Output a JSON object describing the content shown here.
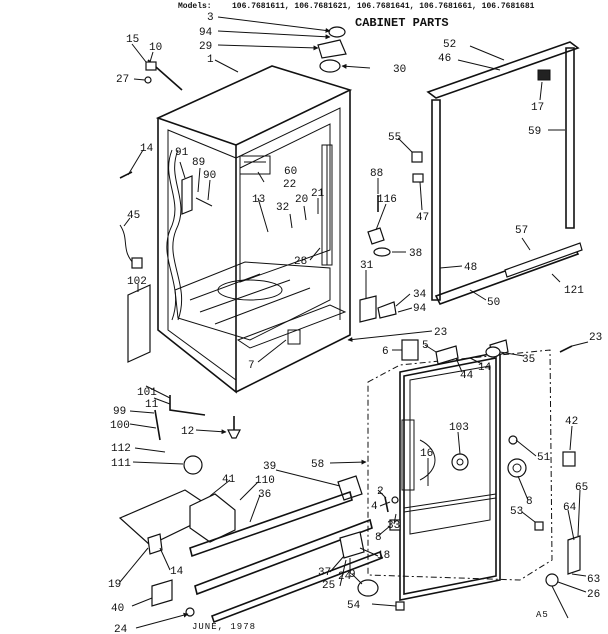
{
  "header": {
    "models_label": "Models:",
    "models_list": "106.7681611, 106.7681621, 106.7681641, 106.7681661, 106.7681681",
    "title": "CABINET PARTS"
  },
  "footer": {
    "date": "JUNE, 1978",
    "code": "A5"
  },
  "callouts": [
    {
      "id": "c3",
      "text": "3"
    },
    {
      "id": "c94a",
      "text": "94"
    },
    {
      "id": "c29",
      "text": "29"
    },
    {
      "id": "c15",
      "text": "15"
    },
    {
      "id": "c10",
      "text": "10"
    },
    {
      "id": "c27",
      "text": "27"
    },
    {
      "id": "c1",
      "text": "1"
    },
    {
      "id": "c30",
      "text": "30"
    },
    {
      "id": "c52",
      "text": "52"
    },
    {
      "id": "c46",
      "text": "46"
    },
    {
      "id": "c17",
      "text": "17"
    },
    {
      "id": "c59",
      "text": "59"
    },
    {
      "id": "c55",
      "text": "55"
    },
    {
      "id": "c14a",
      "text": "14"
    },
    {
      "id": "c91",
      "text": "91"
    },
    {
      "id": "c89",
      "text": "89"
    },
    {
      "id": "c90",
      "text": "90"
    },
    {
      "id": "c60",
      "text": "60"
    },
    {
      "id": "c22",
      "text": "22"
    },
    {
      "id": "c88",
      "text": "88"
    },
    {
      "id": "c47",
      "text": "47"
    },
    {
      "id": "c13",
      "text": "13"
    },
    {
      "id": "c32",
      "text": "32"
    },
    {
      "id": "c20",
      "text": "20"
    },
    {
      "id": "c21",
      "text": "21"
    },
    {
      "id": "c116",
      "text": "116"
    },
    {
      "id": "c45",
      "text": "45"
    },
    {
      "id": "c38",
      "text": "38"
    },
    {
      "id": "c57",
      "text": "57"
    },
    {
      "id": "c28",
      "text": "28"
    },
    {
      "id": "c31",
      "text": "31"
    },
    {
      "id": "c48",
      "text": "48"
    },
    {
      "id": "c102",
      "text": "102"
    },
    {
      "id": "c121",
      "text": "121"
    },
    {
      "id": "c34",
      "text": "34"
    },
    {
      "id": "c94b",
      "text": "94"
    },
    {
      "id": "c50",
      "text": "50"
    },
    {
      "id": "c7",
      "text": "7"
    },
    {
      "id": "c23a",
      "text": "23"
    },
    {
      "id": "c23b",
      "text": "23"
    },
    {
      "id": "c6",
      "text": "6"
    },
    {
      "id": "c5",
      "text": "5"
    },
    {
      "id": "c35",
      "text": "35"
    },
    {
      "id": "c14b",
      "text": "14"
    },
    {
      "id": "c44",
      "text": "44"
    },
    {
      "id": "c101",
      "text": "101"
    },
    {
      "id": "c11",
      "text": "11"
    },
    {
      "id": "c99",
      "text": "99"
    },
    {
      "id": "c100",
      "text": "100"
    },
    {
      "id": "c12",
      "text": "12"
    },
    {
      "id": "c103",
      "text": "103"
    },
    {
      "id": "c42",
      "text": "42"
    },
    {
      "id": "c112",
      "text": "112"
    },
    {
      "id": "c111",
      "text": "111"
    },
    {
      "id": "c16",
      "text": "16"
    },
    {
      "id": "c51",
      "text": "51"
    },
    {
      "id": "c39",
      "text": "39"
    },
    {
      "id": "c58",
      "text": "58"
    },
    {
      "id": "c41",
      "text": "41"
    },
    {
      "id": "c110",
      "text": "110"
    },
    {
      "id": "c36",
      "text": "36"
    },
    {
      "id": "c2",
      "text": "2"
    },
    {
      "id": "c4",
      "text": "4"
    },
    {
      "id": "c8a",
      "text": "8"
    },
    {
      "id": "c65",
      "text": "65"
    },
    {
      "id": "c33",
      "text": "33"
    },
    {
      "id": "c53",
      "text": "53"
    },
    {
      "id": "c8b",
      "text": "8"
    },
    {
      "id": "c64",
      "text": "64"
    },
    {
      "id": "c18",
      "text": "18"
    },
    {
      "id": "c9",
      "text": "9"
    },
    {
      "id": "c19",
      "text": "19"
    },
    {
      "id": "c14c",
      "text": "14"
    },
    {
      "id": "c37",
      "text": "37"
    },
    {
      "id": "c24a",
      "text": "24"
    },
    {
      "id": "c25",
      "text": "25"
    },
    {
      "id": "c63",
      "text": "63"
    },
    {
      "id": "c26",
      "text": "26"
    },
    {
      "id": "c40",
      "text": "40"
    },
    {
      "id": "c54",
      "text": "54"
    },
    {
      "id": "c24b",
      "text": "24"
    }
  ]
}
